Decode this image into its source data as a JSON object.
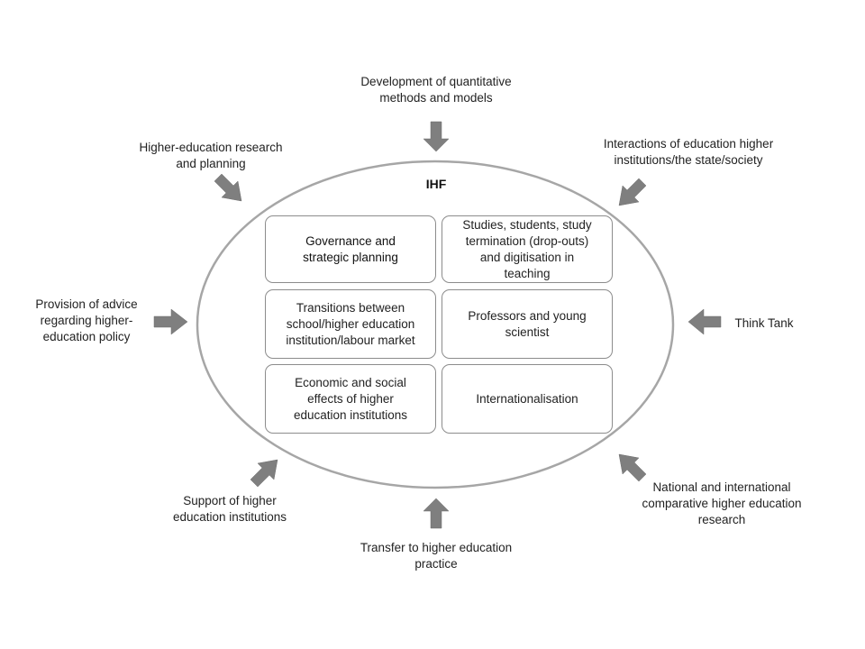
{
  "center": {
    "title": "IHF",
    "boxes": [
      "Governance and\nstrategic planning",
      "Studies, students, study\ntermination (drop-outs)\nand digitisation in\nteaching",
      "Transitions between\nschool/higher education\ninstitution/labour market",
      "Professors and young\nscientist",
      "Economic and social\neffects of higher\neducation institutions",
      "Internationalisation"
    ]
  },
  "influences": {
    "top": "Development of quantitative\nmethods and models",
    "top_left": "Higher-education research\nand planning",
    "top_right": "Interactions of education higher\ninstitutions/the state/society",
    "left": "Provision of advice\nregarding higher-\neducation policy",
    "right": "Think Tank",
    "bottom_left": "Support of higher\neducation institutions",
    "bottom": "Transfer to higher education\npractice",
    "bottom_right": "National and international\ncomparative  higher education\nresearch"
  },
  "colors": {
    "arrow_fill": "#7f7f7f",
    "ellipse_stroke": "#a6a6a6",
    "box_border": "#8c8c8c"
  }
}
